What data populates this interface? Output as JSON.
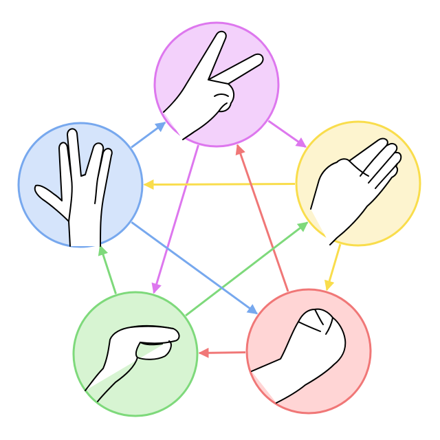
{
  "nodes": [
    {
      "id": "scissors",
      "icon": "scissors-hand-icon",
      "fill": "#f3d1fb",
      "stroke": "#dd77ee"
    },
    {
      "id": "paper",
      "icon": "paper-hand-icon",
      "fill": "#fdf4cf",
      "stroke": "#f9dd4c"
    },
    {
      "id": "rock",
      "icon": "rock-fist-icon",
      "fill": "#ffd5d5",
      "stroke": "#f07777"
    },
    {
      "id": "lizard",
      "icon": "lizard-hand-icon",
      "fill": "#d7f4d2",
      "stroke": "#7ed97b"
    },
    {
      "id": "spock",
      "icon": "spock-hand-icon",
      "fill": "#d5e4fb",
      "stroke": "#77a8ee"
    }
  ],
  "edges": [
    {
      "from": "scissors",
      "to": "paper",
      "color": "#dd77ee"
    },
    {
      "from": "scissors",
      "to": "lizard",
      "color": "#dd77ee"
    },
    {
      "from": "paper",
      "to": "rock",
      "color": "#f9dd4c"
    },
    {
      "from": "paper",
      "to": "spock",
      "color": "#f9dd4c"
    },
    {
      "from": "rock",
      "to": "lizard",
      "color": "#f07777"
    },
    {
      "from": "rock",
      "to": "scissors",
      "color": "#f07777"
    },
    {
      "from": "lizard",
      "to": "spock",
      "color": "#7ed97b"
    },
    {
      "from": "lizard",
      "to": "paper",
      "color": "#7ed97b"
    },
    {
      "from": "spock",
      "to": "scissors",
      "color": "#77a8ee"
    },
    {
      "from": "spock",
      "to": "rock",
      "color": "#77a8ee"
    }
  ]
}
